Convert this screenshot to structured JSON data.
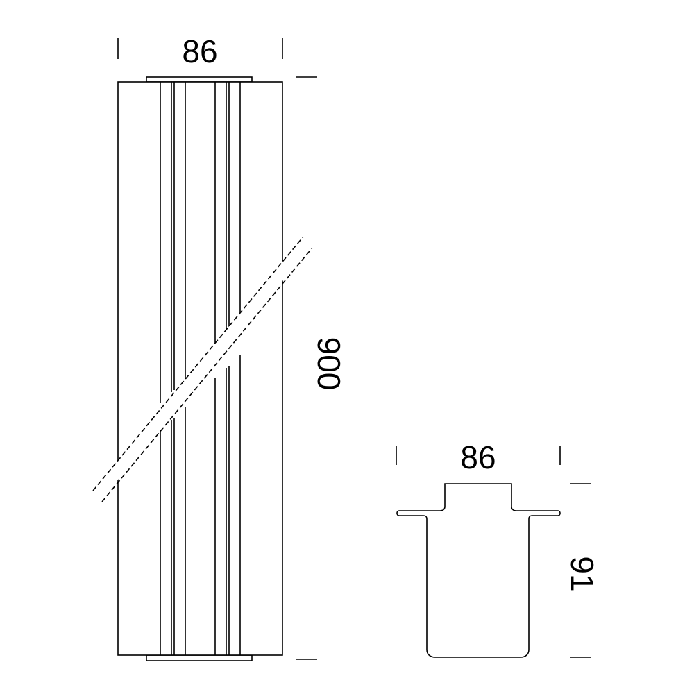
{
  "front_view": {
    "width_label": "86",
    "height_label": "900"
  },
  "section_view": {
    "width_label": "86",
    "height_label": "91"
  },
  "colors": {
    "line": "#000000",
    "background": "#ffffff"
  }
}
